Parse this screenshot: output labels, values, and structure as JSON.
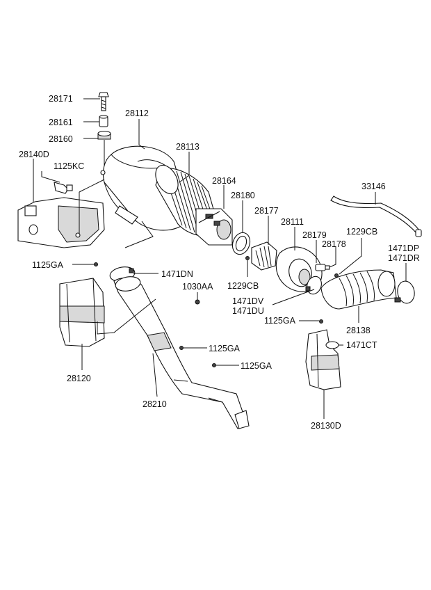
{
  "labels": [
    {
      "id": "lbl-28171",
      "text": "28171"
    },
    {
      "id": "lbl-28161",
      "text": "28161"
    },
    {
      "id": "lbl-28160",
      "text": "28160"
    },
    {
      "id": "lbl-28112",
      "text": "28112"
    },
    {
      "id": "lbl-28113",
      "text": "28113"
    },
    {
      "id": "lbl-28140D",
      "text": "28140D"
    },
    {
      "id": "lbl-1125KC",
      "text": "1125KC"
    },
    {
      "id": "lbl-28164",
      "text": "28164"
    },
    {
      "id": "lbl-28180",
      "text": "28180"
    },
    {
      "id": "lbl-33146",
      "text": "33146"
    },
    {
      "id": "lbl-28177",
      "text": "28177"
    },
    {
      "id": "lbl-28111",
      "text": "28111"
    },
    {
      "id": "lbl-28179",
      "text": "28179"
    },
    {
      "id": "lbl-1229CB-a",
      "text": "1229CB"
    },
    {
      "id": "lbl-28178",
      "text": "28178"
    },
    {
      "id": "lbl-1471DP",
      "text": "1471DP"
    },
    {
      "id": "lbl-1471DR",
      "text": "1471DR"
    },
    {
      "id": "lbl-1125GA-a",
      "text": "1125GA"
    },
    {
      "id": "lbl-1471DN",
      "text": "1471DN"
    },
    {
      "id": "lbl-1030AA",
      "text": "1030AA"
    },
    {
      "id": "lbl-1229CB-b",
      "text": "1229CB"
    },
    {
      "id": "lbl-1471DV",
      "text": "1471DV"
    },
    {
      "id": "lbl-1471DU",
      "text": "1471DU"
    },
    {
      "id": "lbl-1125GA-b",
      "text": "1125GA"
    },
    {
      "id": "lbl-28138",
      "text": "28138"
    },
    {
      "id": "lbl-1471CT",
      "text": "1471CT"
    },
    {
      "id": "lbl-1125GA-c",
      "text": "1125GA"
    },
    {
      "id": "lbl-1125GA-d",
      "text": "1125GA"
    },
    {
      "id": "lbl-28120",
      "text": "28120"
    },
    {
      "id": "lbl-28210",
      "text": "28210"
    },
    {
      "id": "lbl-28130D",
      "text": "28130D"
    }
  ]
}
